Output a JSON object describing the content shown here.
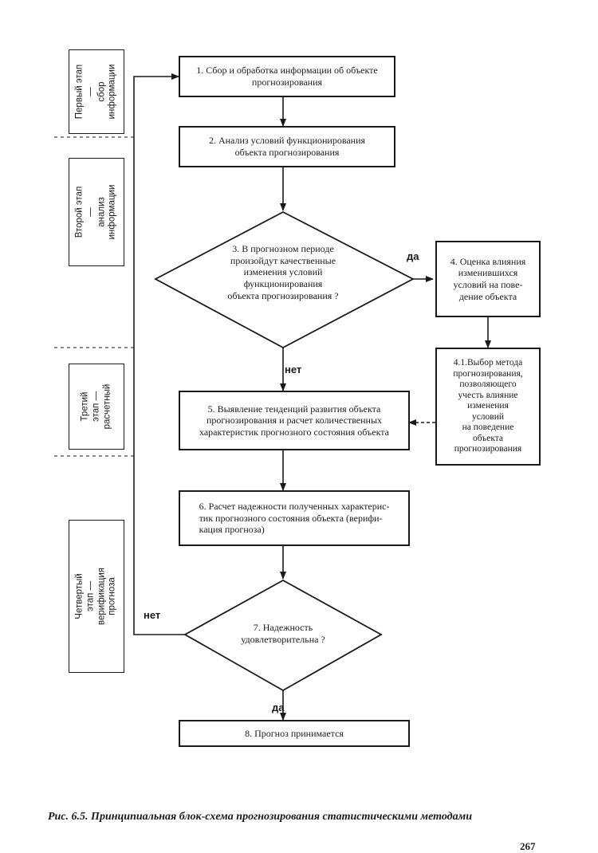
{
  "stages": [
    {
      "id": "stage1",
      "text": "Первый этап —\nсбор\nинформации"
    },
    {
      "id": "stage2",
      "text": "Второй этап —\nанализ информации"
    },
    {
      "id": "stage3",
      "text": "Третий этап —\nрасчетный"
    },
    {
      "id": "stage4",
      "text": "Четвертый этап —\nверификация прогноза"
    }
  ],
  "steps": {
    "step1": "1. Сбор и обработка информации об объекте\nпрогнозирования",
    "step2": "2. Анализ условий функционирования\nобъекта прогнозирования",
    "step3": "3. В прогнозном периоде\nпроизойдут качественные\nизменения условий\nфункционирования\nобъекта прогнозирования ?",
    "step4": "4. Оценка влияния\nизменившихся\nусловий на пове-\nдение объекта",
    "step41": "4.1.Выбор метода\nпрогнозирования,\nпозволяющего\nучесть влияние\nизменения\nусловий\nна поведение\nобъекта\nпрогнозирования",
    "step5": "5. Выявление тенденций развития объекта\nпрогнозирования и расчет количественных\nхарактеристик прогнозного состояния объекта",
    "step6": "6. Расчет надежности полученных характерис-\nтик прогнозного состояния объекта (верифи-\nкация прогноза)",
    "step7": "7. Надежность\nудовлетворительна ?",
    "step8": "8. Прогноз принимается"
  },
  "labels": {
    "yes_3": "да",
    "no_3": "нет",
    "no_7": "нет",
    "yes_7": "да"
  },
  "caption": "Рис. 6.5. Принципиальная блок-схема прогнозирования статистическими методами",
  "page_number": "267"
}
